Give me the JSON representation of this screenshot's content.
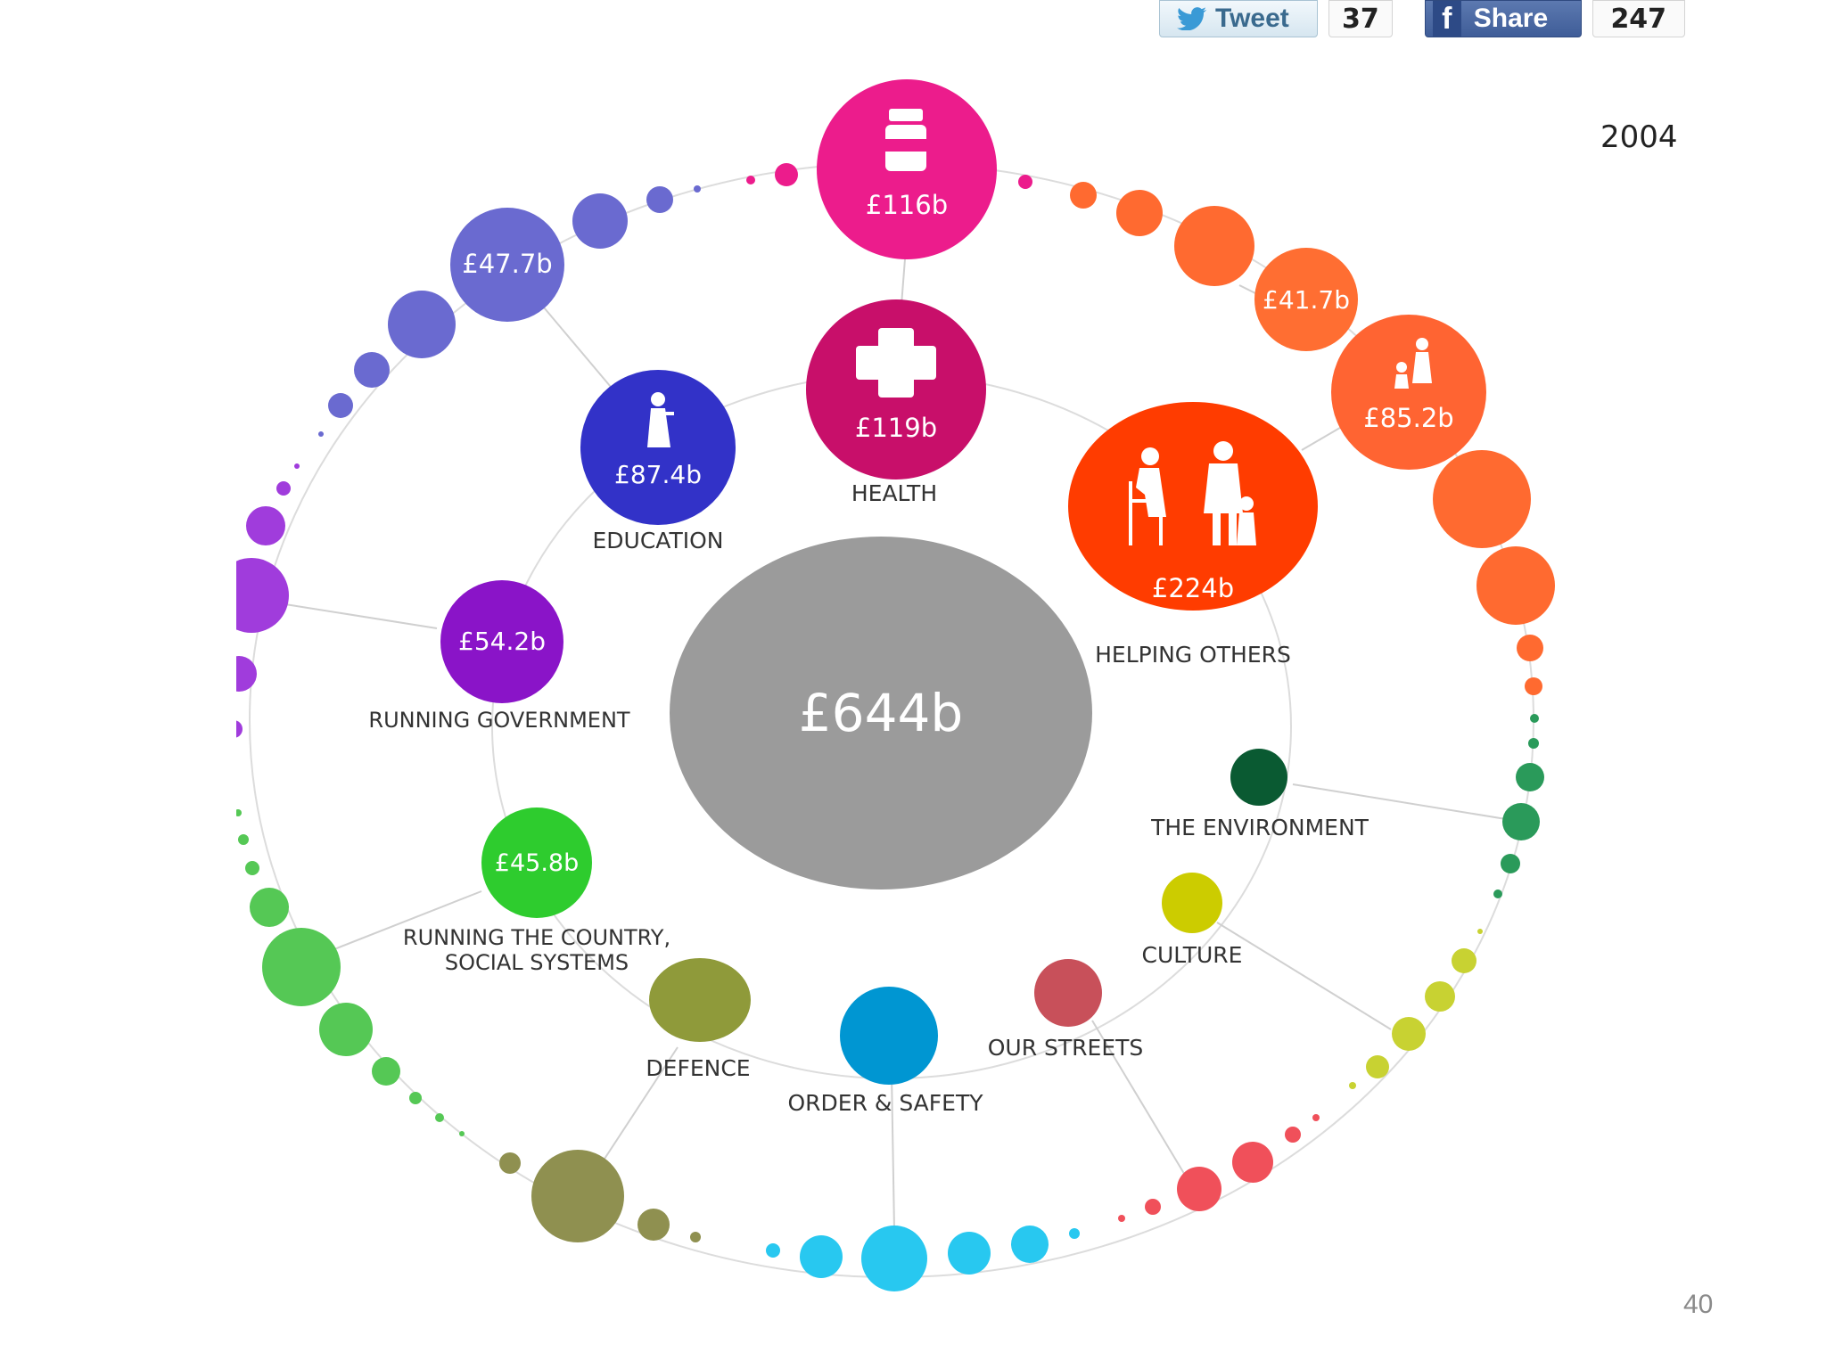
{
  "share": {
    "tweet_label": "Tweet",
    "tweet_count": "37",
    "share_label": "Share",
    "share_count": "247",
    "twitter_icon": "twitter-bird-icon",
    "facebook_icon": "facebook-f-icon"
  },
  "year": "2004",
  "page_number": "40",
  "total": {
    "label": "£644b",
    "color": "#9b9b9b"
  },
  "categories": [
    {
      "id": "health",
      "label": "HEALTH",
      "value": "£119b",
      "color": "#c80f6a",
      "icon": "medical-cross-icon",
      "outer": {
        "value": "£116b",
        "color": "#ec1c8c",
        "icon": "medicine-bottle-icon"
      }
    },
    {
      "id": "education",
      "label": "EDUCATION",
      "value": "£87.4b",
      "color": "#3232c8",
      "icon": "graduate-icon",
      "outer": {
        "value": "£47.7b",
        "color": "#6a6ad0"
      }
    },
    {
      "id": "running-government",
      "label": "RUNNING GOVERNMENT",
      "value": "£54.2b",
      "color": "#8a14c8"
    },
    {
      "id": "running-country",
      "label": "RUNNING THE COUNTRY,",
      "label2": "SOCIAL SYSTEMS",
      "value": "£45.8b",
      "color": "#2ecc2e"
    },
    {
      "id": "defence",
      "label": "DEFENCE",
      "color": "#8f9a3a"
    },
    {
      "id": "order-safety",
      "label": "ORDER & SAFETY",
      "color": "#0096d2"
    },
    {
      "id": "our-streets",
      "label": "OUR STREETS",
      "color": "#c8505a"
    },
    {
      "id": "culture",
      "label": "CULTURE",
      "color": "#cccc00"
    },
    {
      "id": "environment",
      "label": "THE ENVIRONMENT",
      "color": "#0a5a32"
    },
    {
      "id": "helping-others",
      "label": "HELPING OTHERS",
      "value": "£224b",
      "color": "#ff3c00",
      "icon": "elderly-family-icon",
      "outer_a": {
        "value": "£41.7b",
        "color": "#ff6e32"
      },
      "outer_b": {
        "value": "£85.2b",
        "color": "#ff6432",
        "icon": "parent-child-icon"
      }
    }
  ],
  "ring_colors": {
    "magenta": "#ec1c8c",
    "orange": "#ff6a30",
    "teal": "#2a9a5a",
    "yellow": "#c8d232",
    "red": "#f0505a",
    "blue": "#28c8f0",
    "olive": "#8f9050",
    "green": "#55c855",
    "purple": "#a03cdc",
    "indigo": "#6a6ad0"
  }
}
